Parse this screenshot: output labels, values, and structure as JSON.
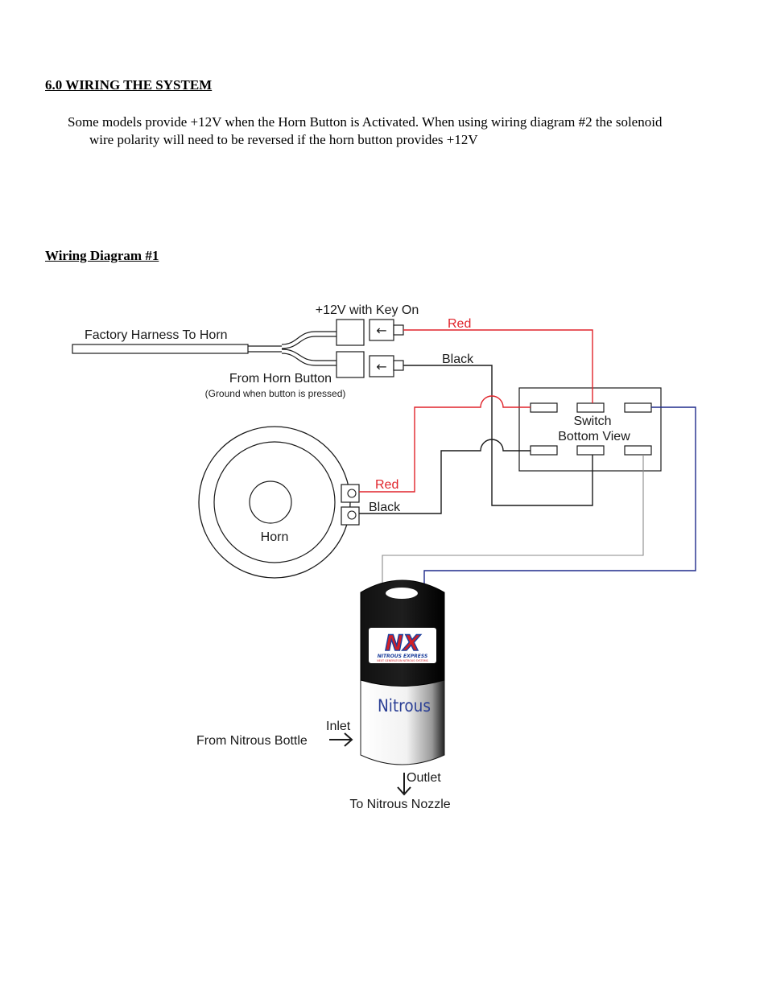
{
  "section": {
    "heading": "6.0 WIRING THE SYSTEM",
    "paragraph_line1": "Some models provide +12V when the Horn Button is Activated. When using wiring diagram #2 the solenoid",
    "paragraph_line2": "wire polarity will need to be reversed if the horn button provides +12V"
  },
  "diagram": {
    "heading": "Wiring Diagram #1",
    "labels": {
      "key_on": "+12V with Key On",
      "factory_harness": "Factory Harness To Horn",
      "from_horn_button": "From Horn Button",
      "ground_note": "(Ground when button is pressed)",
      "red_top": "Red",
      "black_top": "Black",
      "switch_line1": "Switch",
      "switch_line2": "Bottom View",
      "red_horn": "Red",
      "black_horn": "Black",
      "horn": "Horn",
      "inlet": "Inlet",
      "from_bottle": "From Nitrous Bottle",
      "outlet": "Outlet",
      "to_nozzle": "To Nitrous Nozzle"
    },
    "solenoid": {
      "logo_text": "NX",
      "logo_sub": "NITROUS EXPRESS",
      "logo_tag": "NEXT GENERATION NITROUS SYSTEMS",
      "body_text": "Nitrous"
    },
    "colors": {
      "red_wire": "#e0242b",
      "black_wire": "#1a1a1a",
      "blue_wire": "#1f2a8c",
      "gray_wire": "#8a8a8a",
      "logo_red": "#d21f26",
      "logo_blue": "#1d3f9c",
      "nitrous_text": "#2b3f95"
    }
  }
}
